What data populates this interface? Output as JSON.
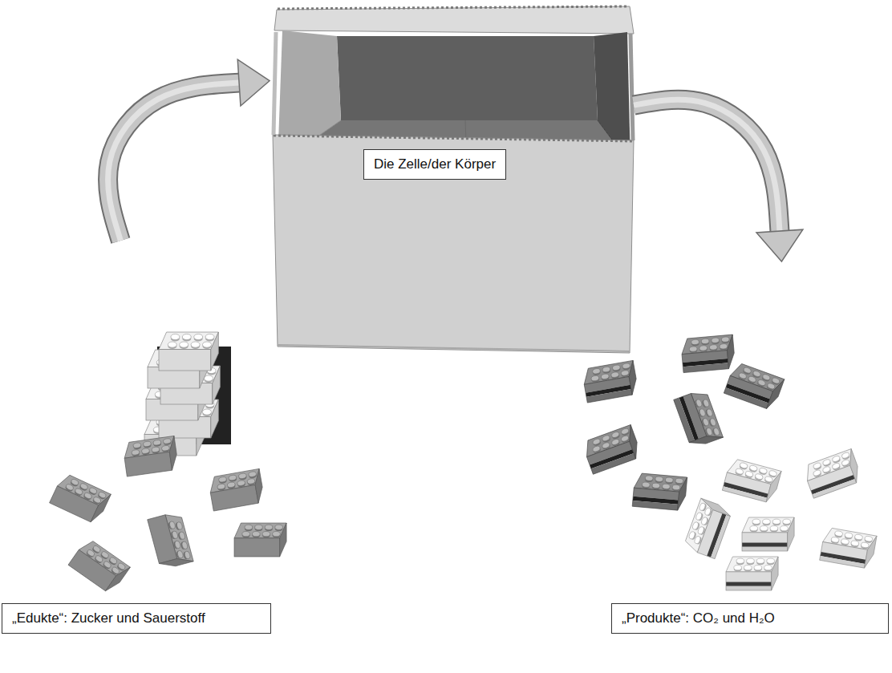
{
  "diagram": {
    "nodes": [
      {
        "text": [
          "Die Zelle/der Körper"
        ]
      },
      {
        "text": [
          "„Edukte“: Zucker und Sauerstoff"
        ]
      },
      {
        "text": [
          "„Produkte“: CO₂ und H₂O"
        ]
      }
    ],
    "edges": [
      {
        "from": 1,
        "to": 0,
        "arrow": "to"
      },
      {
        "from": 0,
        "to": 2,
        "arrow": "to"
      }
    ]
  }
}
